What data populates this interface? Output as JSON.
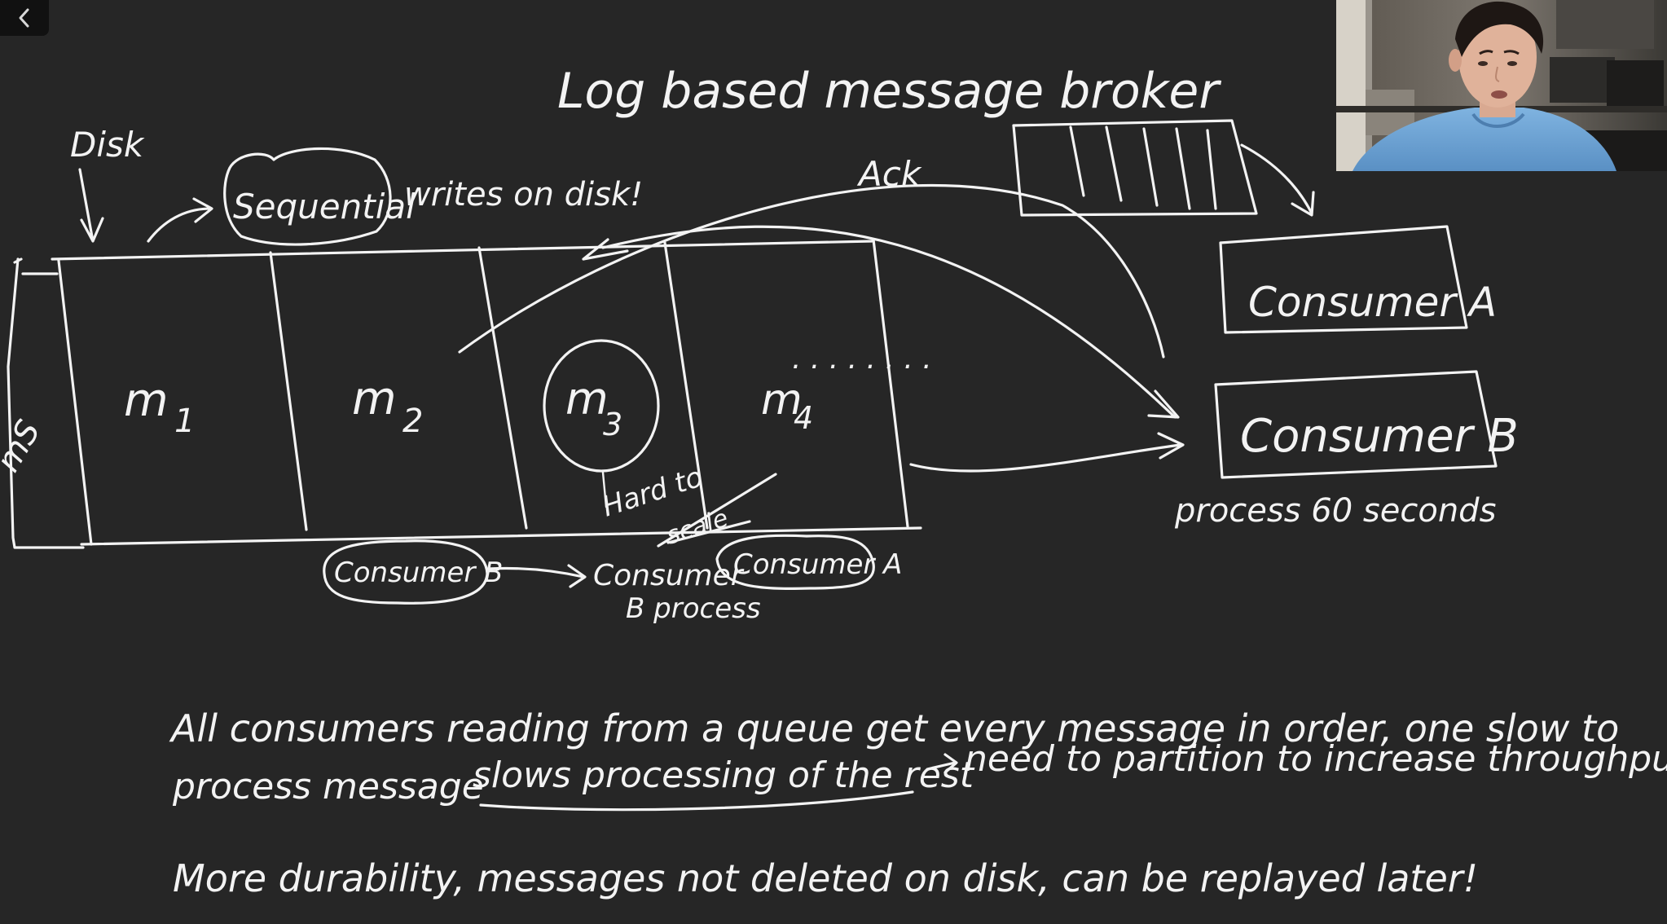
{
  "whiteboard": {
    "title": "Log based message broker",
    "disk_label": "Disk",
    "sequential_label": "Sequential",
    "sequential_rest": "writes on disk!",
    "ack_label": "Ack",
    "ms_label": "mS",
    "messages": [
      {
        "label": "m",
        "sub": "1"
      },
      {
        "label": "m",
        "sub": "2"
      },
      {
        "label": "m",
        "sub": "3"
      },
      {
        "label": "m",
        "sub": "4"
      }
    ],
    "ellipsis": ". . . . . . . .",
    "hard_to": "Hard to",
    "scale_struck": "scale",
    "consumer_a": "Consumer A",
    "consumer_b": "Consumer B",
    "process_time": "process 60 seconds",
    "below_consumer_b": "Consumer B",
    "below_consumer_process_1": "Consumer",
    "below_consumer_process_2": "B process",
    "below_consumer_a": "Consumer A",
    "note_line_1": "All consumers reading from a queue get every message in order, one slow to",
    "note_line_2_a": "process message",
    "note_line_2_b": "slows processing of the rest",
    "note_line_2_c": "need to partition to increase throughput!",
    "note_line_3": "More durability, messages not deleted on disk, can be replayed later!"
  },
  "colors": {
    "board_background": "#262626",
    "ink": "#f3f3f3",
    "back_button": "#111111"
  },
  "icons": {
    "back": "chevron-left-icon"
  }
}
